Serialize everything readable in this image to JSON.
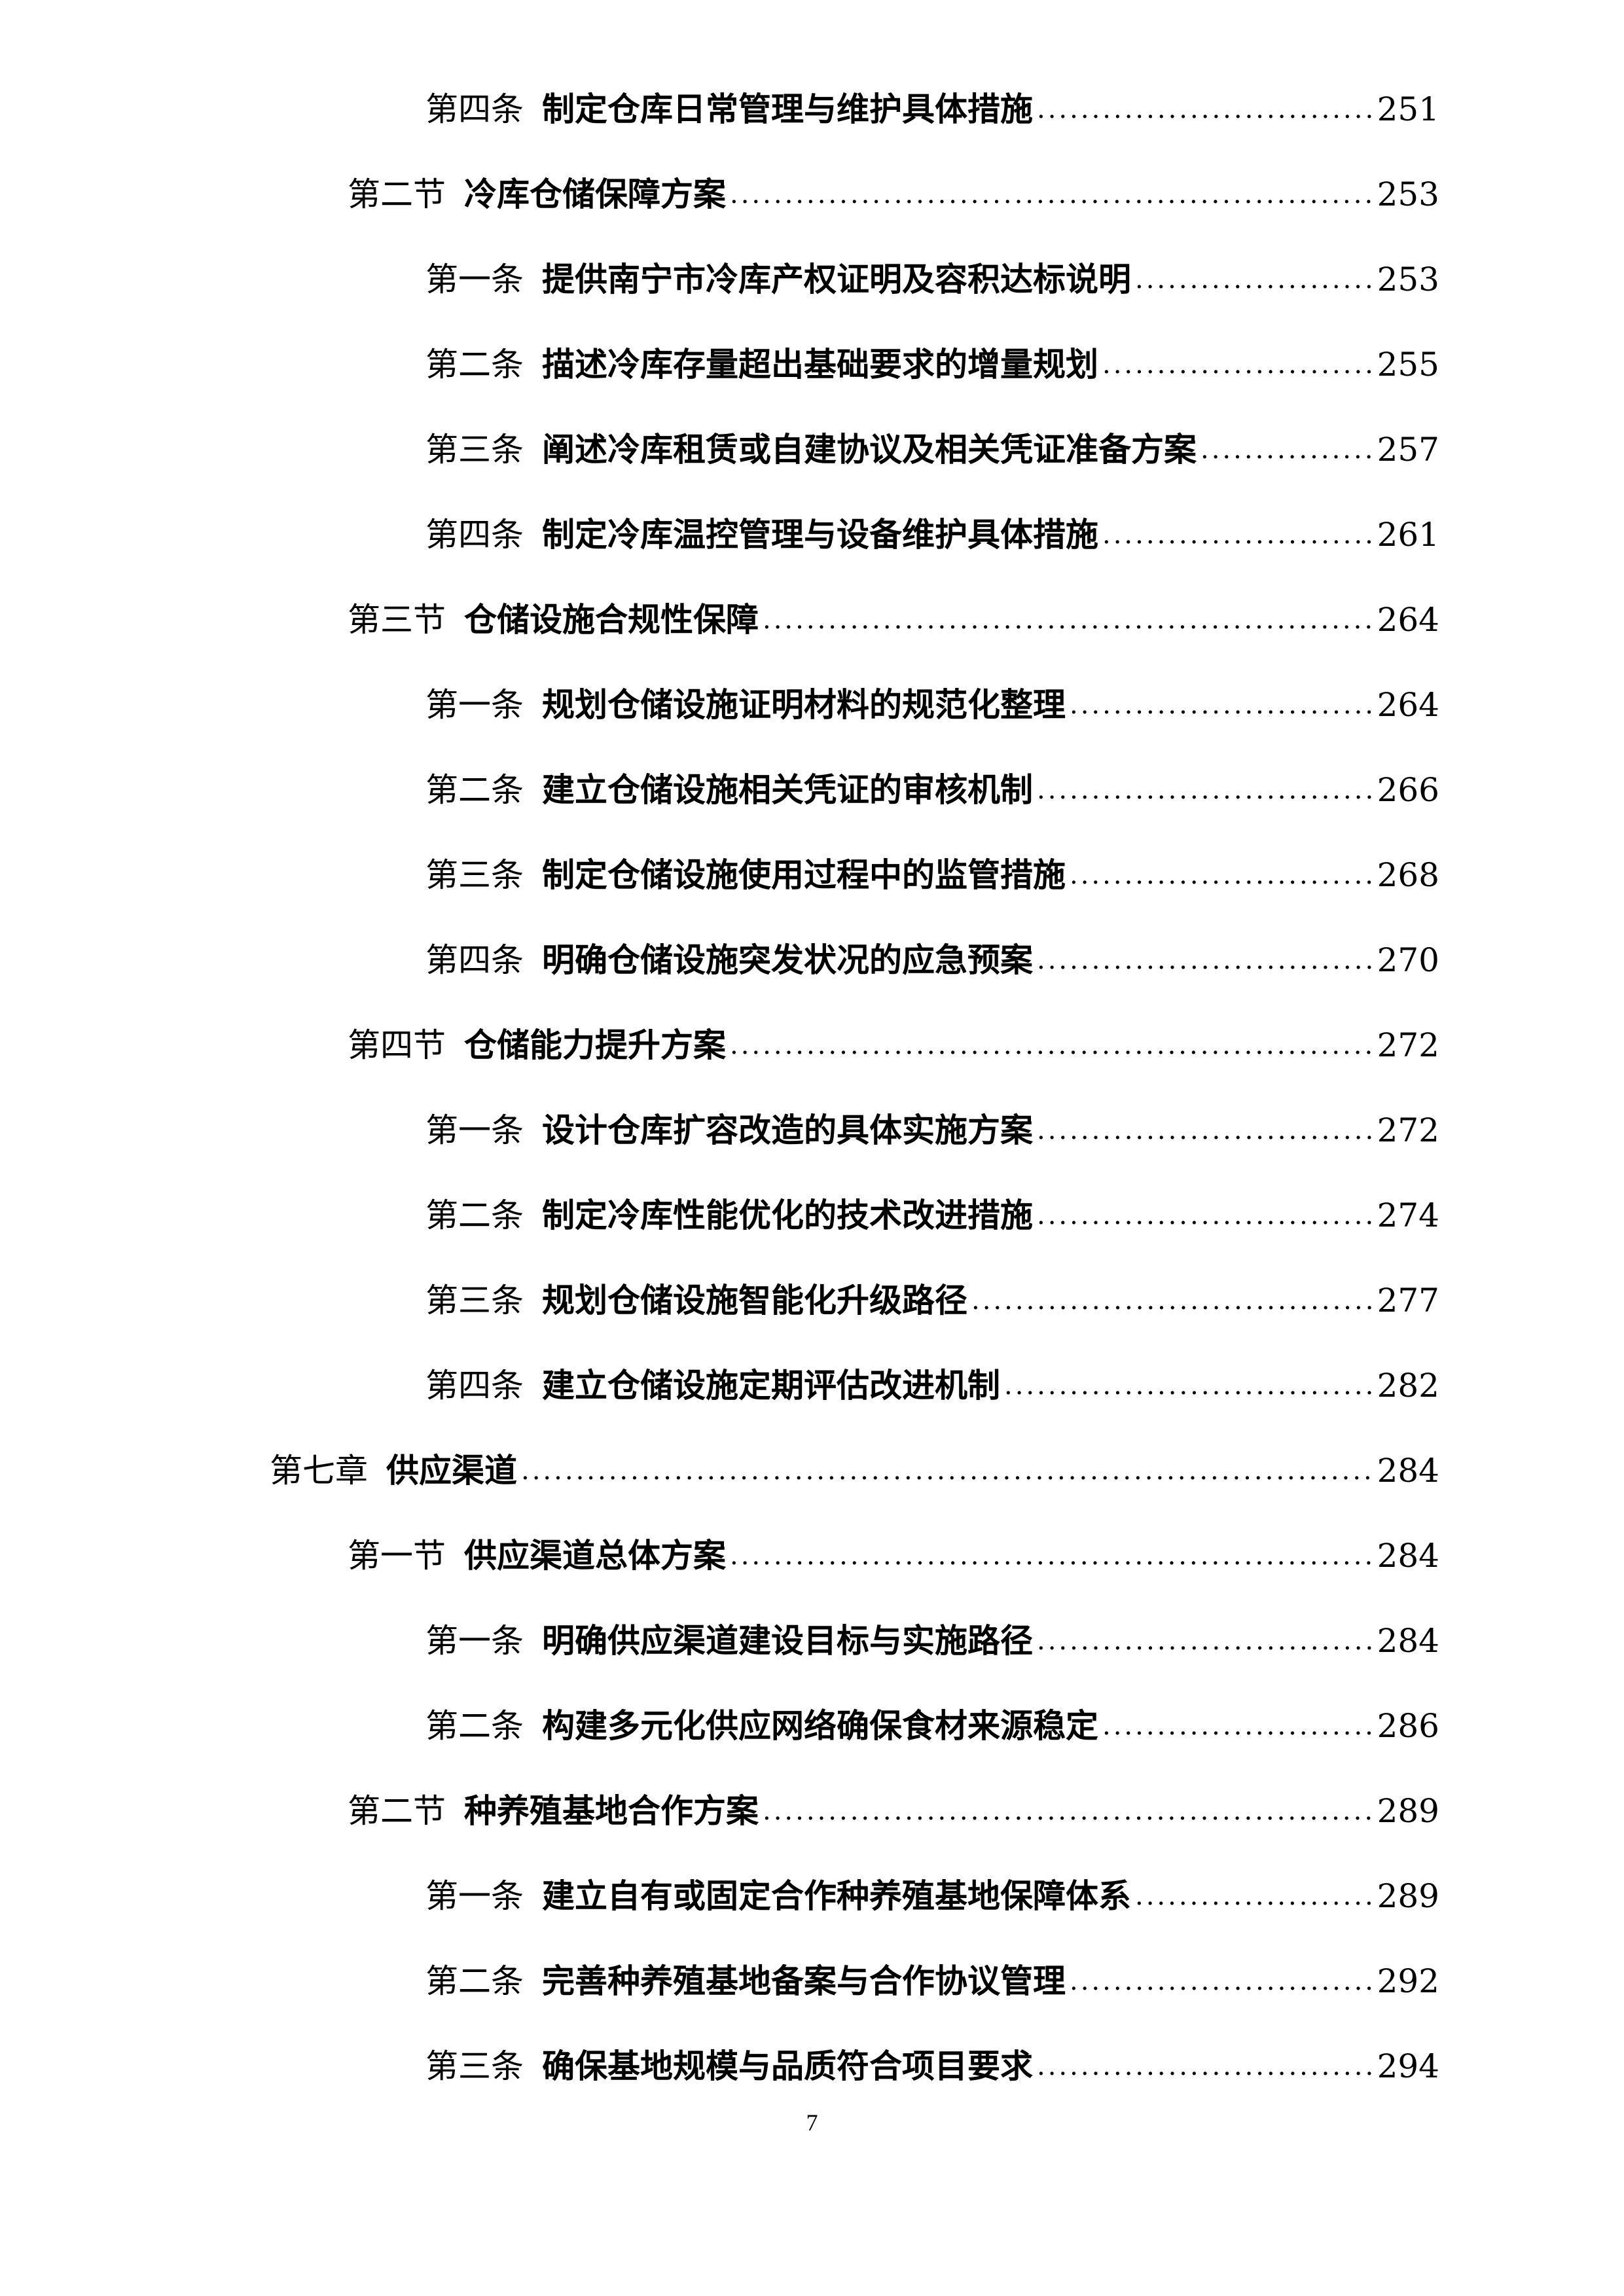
{
  "toc": {
    "entries": [
      {
        "level": 3,
        "label": "第四条",
        "title": "制定仓库日常管理与维护具体措施",
        "page": "251"
      },
      {
        "level": 2,
        "label": "第二节",
        "title": "冷库仓储保障方案",
        "page": "253"
      },
      {
        "level": 3,
        "label": "第一条",
        "title": "提供南宁市冷库产权证明及容积达标说明",
        "page": "253"
      },
      {
        "level": 3,
        "label": "第二条",
        "title": "描述冷库存量超出基础要求的增量规划",
        "page": "255"
      },
      {
        "level": 3,
        "label": "第三条",
        "title": "阐述冷库租赁或自建协议及相关凭证准备方案",
        "page": "257"
      },
      {
        "level": 3,
        "label": "第四条",
        "title": "制定冷库温控管理与设备维护具体措施",
        "page": "261"
      },
      {
        "level": 2,
        "label": "第三节",
        "title": "仓储设施合规性保障",
        "page": "264"
      },
      {
        "level": 3,
        "label": "第一条",
        "title": "规划仓储设施证明材料的规范化整理",
        "page": "264"
      },
      {
        "level": 3,
        "label": "第二条",
        "title": "建立仓储设施相关凭证的审核机制",
        "page": "266"
      },
      {
        "level": 3,
        "label": "第三条",
        "title": "制定仓储设施使用过程中的监管措施",
        "page": "268"
      },
      {
        "level": 3,
        "label": "第四条",
        "title": "明确仓储设施突发状况的应急预案",
        "page": "270"
      },
      {
        "level": 2,
        "label": "第四节",
        "title": "仓储能力提升方案",
        "page": "272"
      },
      {
        "level": 3,
        "label": "第一条",
        "title": "设计仓库扩容改造的具体实施方案",
        "page": "272"
      },
      {
        "level": 3,
        "label": "第二条",
        "title": "制定冷库性能优化的技术改进措施",
        "page": "274"
      },
      {
        "level": 3,
        "label": "第三条",
        "title": "规划仓储设施智能化升级路径",
        "page": "277"
      },
      {
        "level": 3,
        "label": "第四条",
        "title": "建立仓储设施定期评估改进机制",
        "page": "282"
      },
      {
        "level": 1,
        "label": "第七章",
        "title": "供应渠道",
        "page": "284"
      },
      {
        "level": 2,
        "label": "第一节",
        "title": "供应渠道总体方案",
        "page": "284"
      },
      {
        "level": 3,
        "label": "第一条",
        "title": "明确供应渠道建设目标与实施路径",
        "page": "284"
      },
      {
        "level": 3,
        "label": "第二条",
        "title": "构建多元化供应网络确保食材来源稳定",
        "page": "286"
      },
      {
        "level": 2,
        "label": "第二节",
        "title": "种养殖基地合作方案",
        "page": "289"
      },
      {
        "level": 3,
        "label": "第一条",
        "title": "建立自有或固定合作种养殖基地保障体系",
        "page": "289"
      },
      {
        "level": 3,
        "label": "第二条",
        "title": "完善种养殖基地备案与合作协议管理",
        "page": "292"
      },
      {
        "level": 3,
        "label": "第三条",
        "title": "确保基地规模与品质符合项目要求",
        "page": "294"
      }
    ]
  },
  "footer": {
    "page_number": "7"
  }
}
